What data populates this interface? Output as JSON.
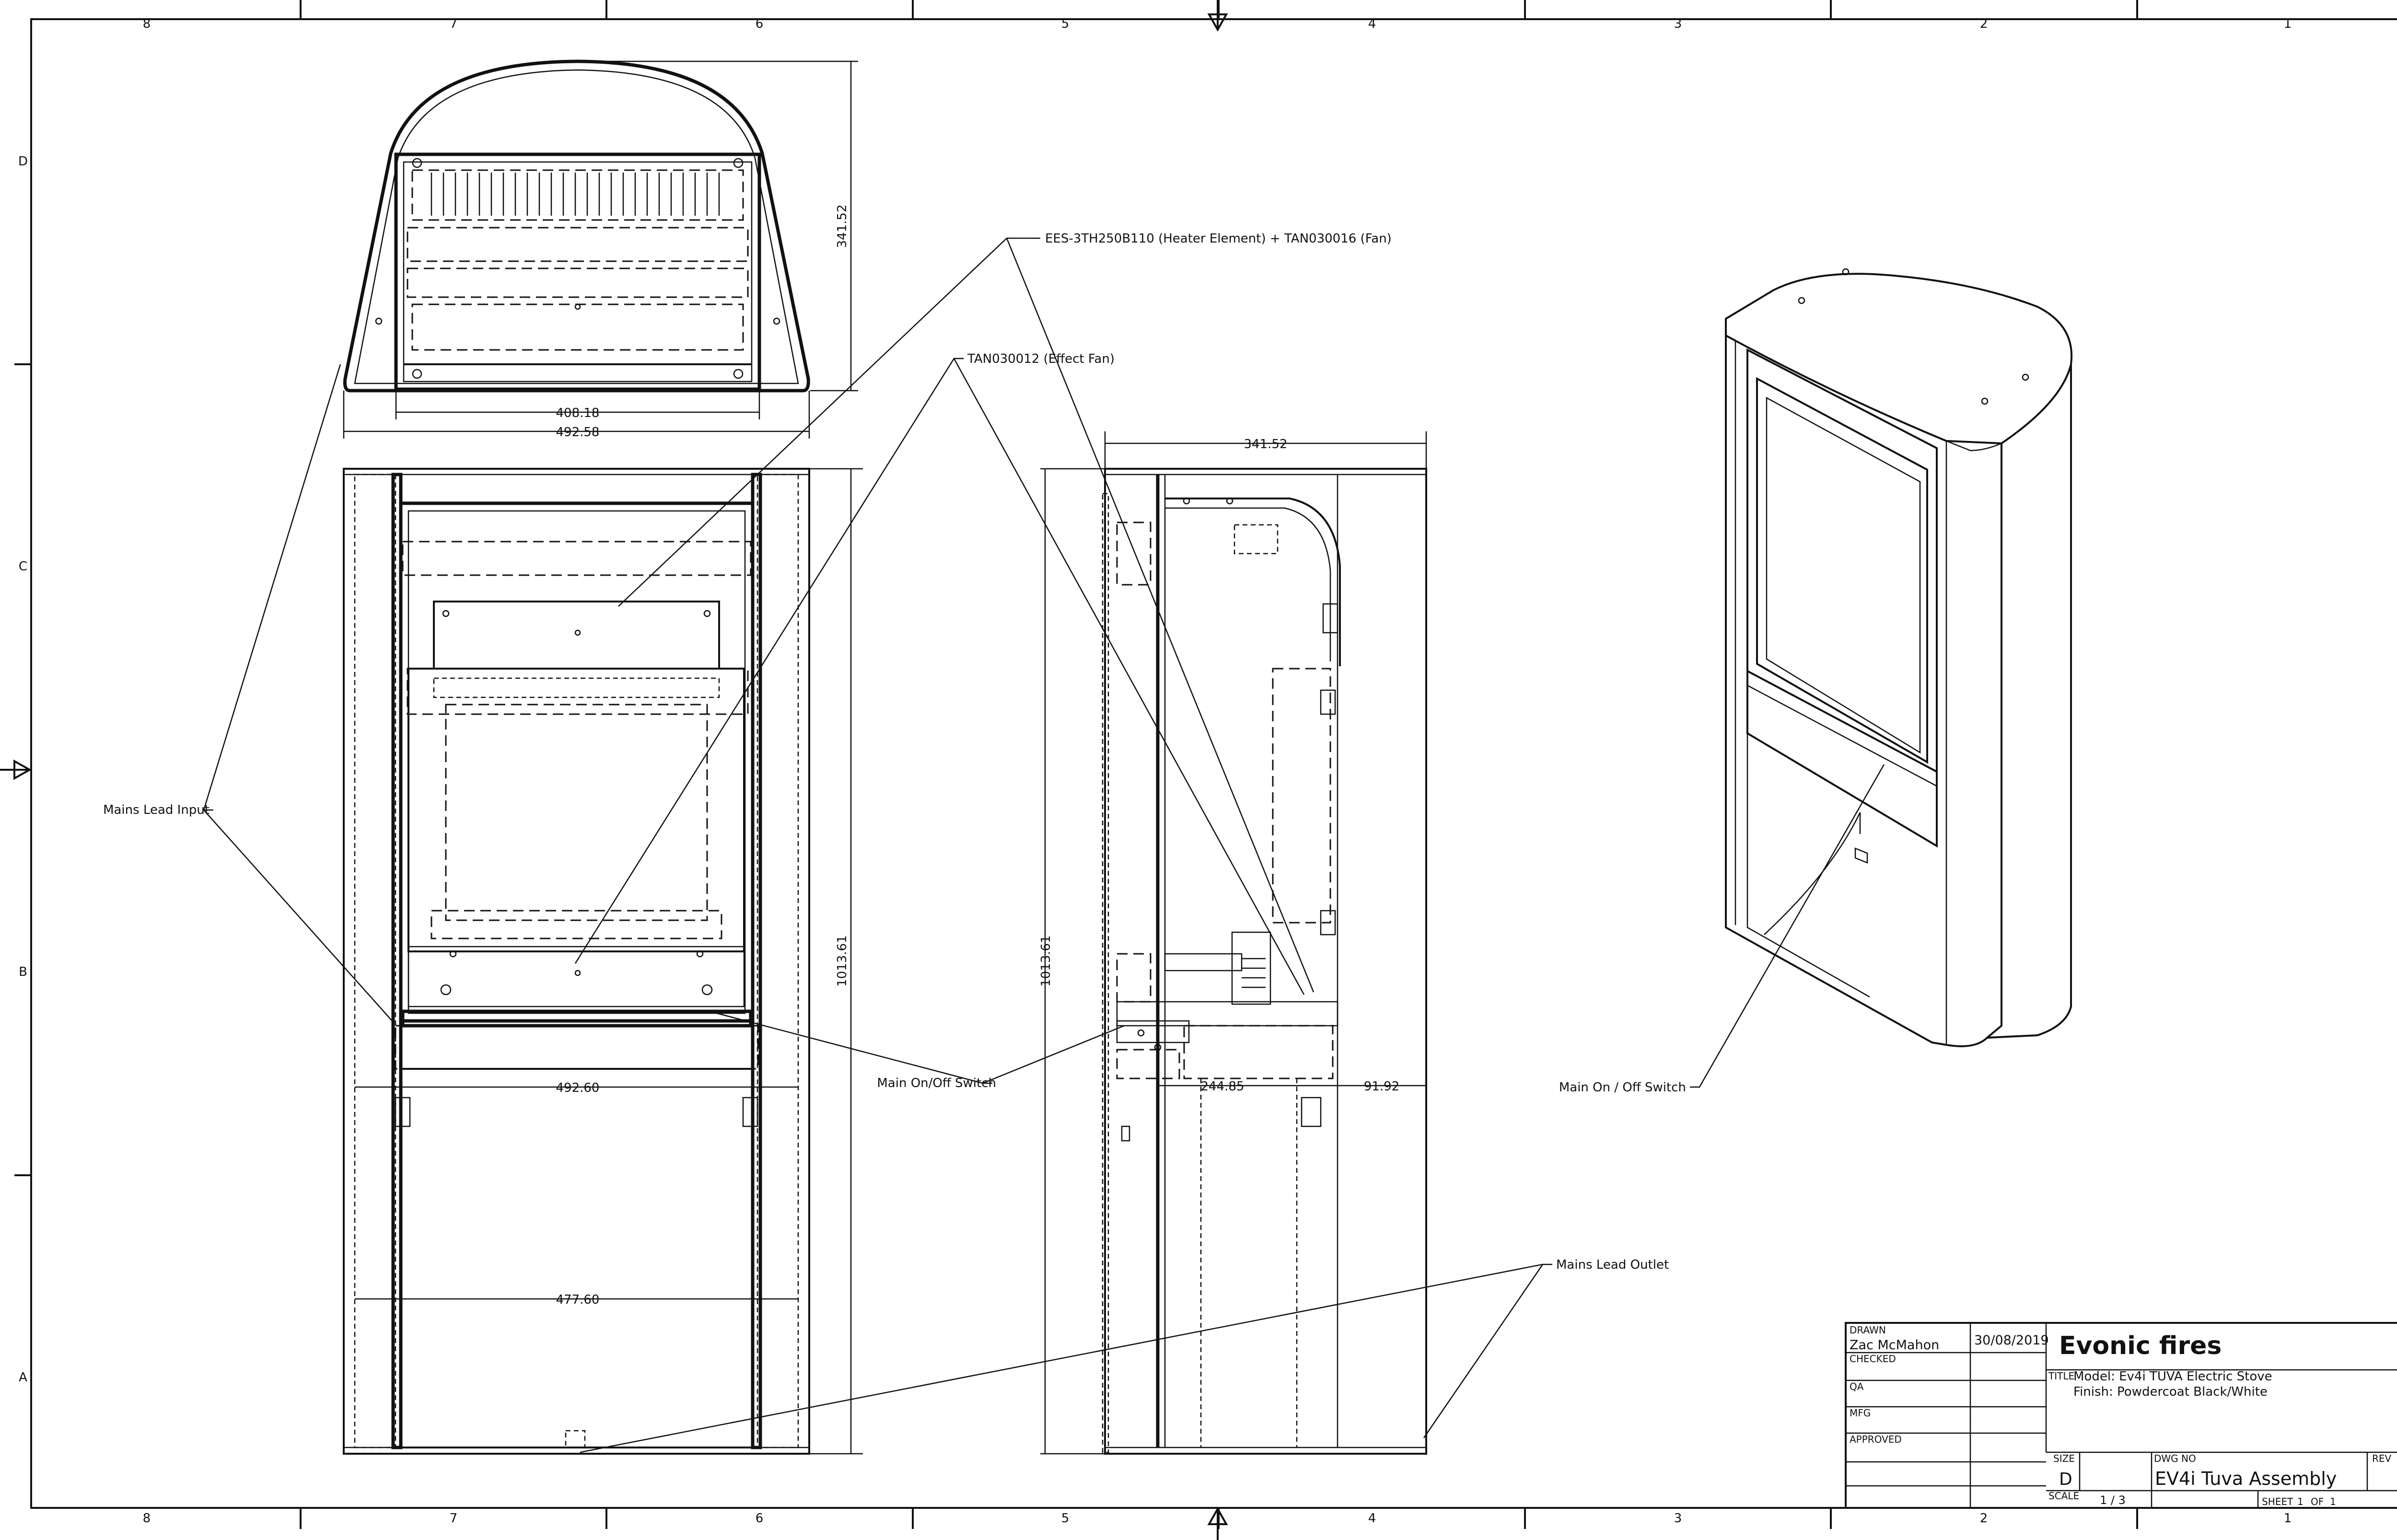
{
  "frame": {
    "zones_horizontal": [
      "8",
      "7",
      "6",
      "5",
      "4",
      "3",
      "2",
      "1"
    ],
    "zones_vertical": [
      "D",
      "C",
      "B",
      "A"
    ]
  },
  "dimensions": {
    "top_depth": "341.52",
    "top_inner_width": "408.18",
    "top_outer_width": "492.58",
    "front_height": "1013.61",
    "front_mid_width": "492.60",
    "front_base_width": "477.60",
    "side_width": "341.52",
    "side_height": "1013.61",
    "side_inner": "244.85",
    "side_back": "91.92"
  },
  "callouts": {
    "heater": "EES-3TH250B110 (Heater Element) + TAN030016 (Fan)",
    "effect_fan": "TAN030012 (Effect Fan)",
    "mains_input": "Mains Lead Input",
    "main_switch": "Main On/Off Switch",
    "main_switch_iso": "Main On / Off Switch",
    "mains_outlet": "Mains Lead Outlet"
  },
  "title_block": {
    "drawn_label": "DRAWN",
    "drawn_by": "Zac McMahon",
    "date": "30/08/2019",
    "checked_label": "CHECKED",
    "qa_label": "QA",
    "mfg_label": "MFG",
    "approved_label": "APPROVED",
    "company": "Evonic fires",
    "title_label": "TITLE",
    "title_line1": "Model: Ev4i TUVA Electric Stove",
    "title_line2": "Finish: Powdercoat Black/White",
    "size_label": "SIZE",
    "size": "D",
    "dwg_no_label": "DWG NO",
    "dwg_no": "EV4i Tuva Assembly",
    "rev_label": "REV",
    "scale_label": "SCALE",
    "scale": "1 / 3",
    "sheet_label": "SHEET",
    "sheet": "1",
    "of_label": "OF",
    "sheet_total": "1"
  }
}
